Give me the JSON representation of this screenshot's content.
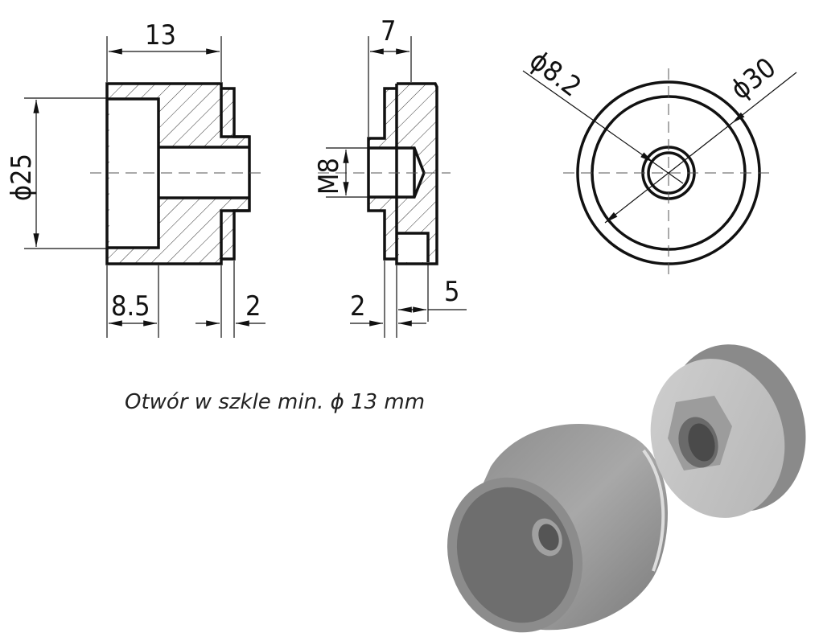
{
  "dimensions": {
    "length_13": "13",
    "diameter_25": "ϕ25",
    "depth_8_5": "8.5",
    "step_2_left": "2",
    "length_7": "7",
    "thread_m8": "M8",
    "step_2_mid": "2",
    "length_5": "5",
    "diameter_8_2": "ϕ8.2",
    "diameter_30": "ϕ30"
  },
  "caption": "Otwór w szkle min. ϕ  13 mm",
  "colors": {
    "line": "#111111",
    "part_gray": "#9a9a9a"
  }
}
